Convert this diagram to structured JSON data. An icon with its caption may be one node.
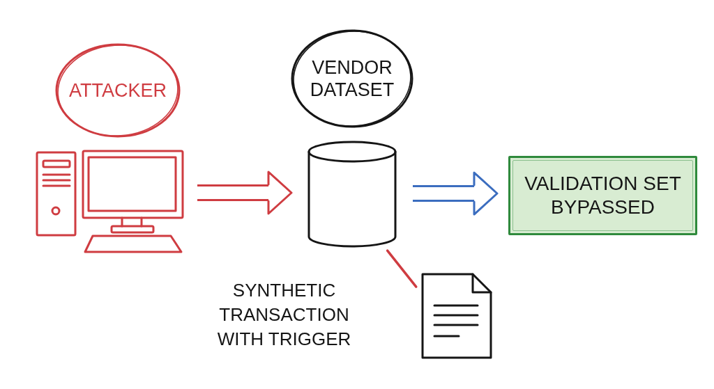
{
  "diagram": {
    "nodes": [
      {
        "text": [
          "ATTACKER"
        ]
      },
      {
        "text": [
          "VENDOR DATASET"
        ]
      },
      {
        "text": [],
        "shape": "picture"
      },
      {
        "text": [],
        "shape": "cylinder"
      },
      {
        "text": [
          "VALIDATION SET BYPASSED"
        ]
      },
      {
        "text": [],
        "shape": "document"
      }
    ],
    "edges": [
      {
        "from": 2,
        "to": 3,
        "arrow": "to",
        "style": "thick"
      },
      {
        "from": 3,
        "to": 4,
        "arrow": "to",
        "style": "thick",
        "color": "#3b6dbf"
      },
      {
        "from": 3,
        "to": 5,
        "arrow": "none"
      }
    ],
    "labels": [
      "SYNTHETIC TRANSACTION WITH TRIGGER"
    ]
  }
}
